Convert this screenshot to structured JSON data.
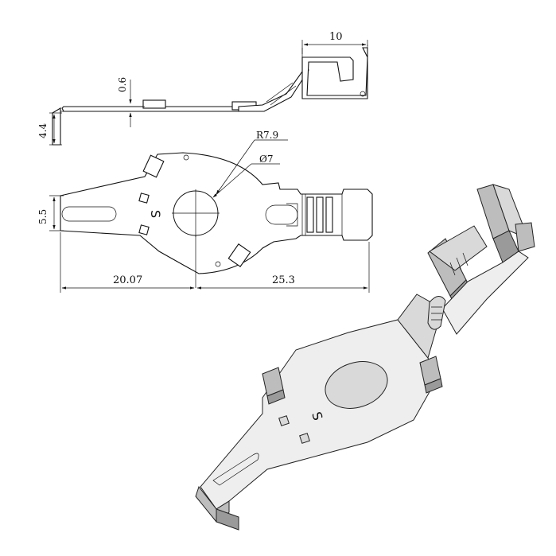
{
  "dimensions": {
    "width_top": "10",
    "thickness": "0.6",
    "height_side": "4.4",
    "radius": "R7.9",
    "hole_dia": "Ø7",
    "tail_width": "5.5",
    "tail_length": "20.07",
    "barrel_length": "25.3"
  },
  "engraving": {
    "mark_plan": "S",
    "mark_iso": "S"
  }
}
